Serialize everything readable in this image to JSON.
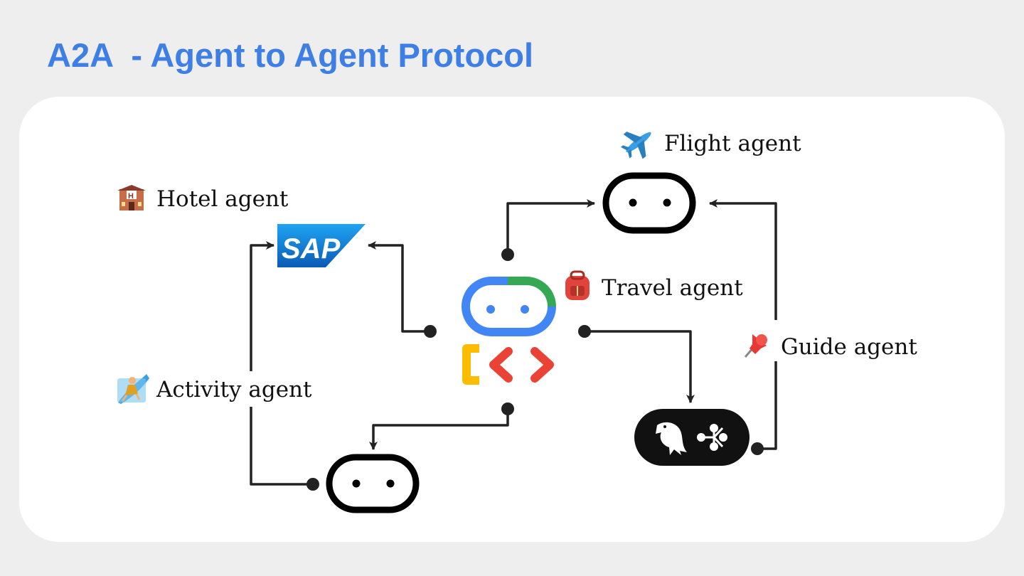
{
  "title": "A2A  - Agent to Agent Protocol",
  "labels": {
    "flight": "Flight agent",
    "hotel": "Hotel agent",
    "travel": "Travel agent",
    "guide": "Guide agent",
    "activity": "Activity agent",
    "sap_logo_text": "SAP"
  },
  "icons": {
    "flight": "airplane-icon",
    "hotel": "hotel-icon",
    "travel": "backpack-icon",
    "guide": "pushpin-icon",
    "activity": "surfer-icon",
    "hotel_agent_logo": "sap-logo",
    "travel_agent_logo": "google-agent-dev-kit-logo",
    "guide_agent_logo": "parrot-langgraph-logo",
    "generic_agent": "robot-face-icon"
  },
  "colors": {
    "title": "#3e7fe6",
    "google_blue": "#4285f4",
    "google_green": "#34a853",
    "google_yellow": "#fbbc04",
    "google_red": "#ea4335",
    "sap_blue": "#0a6ed1",
    "connector": "#222222"
  }
}
